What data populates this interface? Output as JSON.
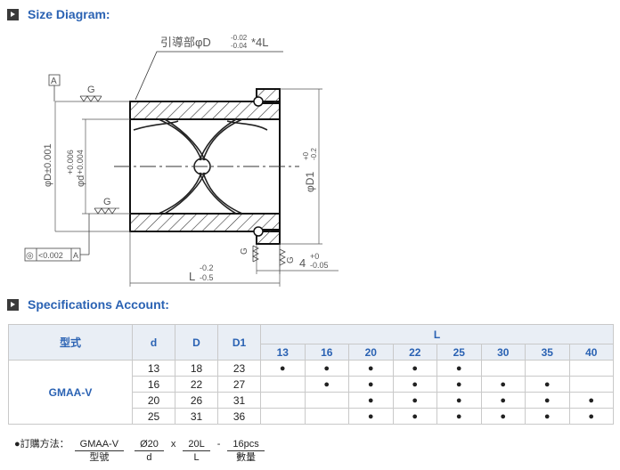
{
  "size_section": {
    "title": "Size Diagram:"
  },
  "diagram": {
    "chamfer_label": "引導部φD",
    "chamfer_tol_top": "-0.02",
    "chamfer_tol_bottom": "-0.04",
    "chamfer_suffix": "*4L",
    "datum": "A",
    "g_top": "G",
    "g_bottom": "G",
    "g_right": "G",
    "g_right2": "G",
    "dim_D": "φD±0.001",
    "dim_d_tol_top": "+0.006",
    "dim_d_tol_bottom": "+0.004",
    "dim_d": "φd",
    "dim_D1": "φD1",
    "dim_D1_tol_top": "+0",
    "dim_D1_tol_bottom": "-0.2",
    "dim_L": "L",
    "dim_L_tol_top": "-0.2",
    "dim_L_tol_bottom": "-0.5",
    "dim_4": "4",
    "dim_4_tol_top": "+0",
    "dim_4_tol_bottom": "-0.05",
    "concentricity_symbol": "◎",
    "concentricity_value": "<0.002",
    "concentricity_datum": "A"
  },
  "spec_section": {
    "title": "Specifications Account:"
  },
  "table": {
    "h_type": "型式",
    "h_d": "d",
    "h_D": "D",
    "h_D1": "D1",
    "h_L": "L",
    "L_values": [
      "13",
      "16",
      "20",
      "22",
      "25",
      "30",
      "35",
      "40"
    ],
    "model": "GMAA-V",
    "mark": "●",
    "rows": [
      {
        "d": "13",
        "D": "18",
        "D1": "23",
        "avail": [
          true,
          true,
          true,
          true,
          true,
          false,
          false,
          false
        ]
      },
      {
        "d": "16",
        "D": "22",
        "D1": "27",
        "avail": [
          false,
          true,
          true,
          true,
          true,
          true,
          true,
          false
        ]
      },
      {
        "d": "20",
        "D": "26",
        "D1": "31",
        "avail": [
          false,
          false,
          true,
          true,
          true,
          true,
          true,
          true
        ]
      },
      {
        "d": "25",
        "D": "31",
        "D1": "36",
        "avail": [
          false,
          false,
          true,
          true,
          true,
          true,
          true,
          true
        ]
      }
    ]
  },
  "order": {
    "label": "●訂購方法：",
    "model_value": "GMAA-V",
    "model_caption": "型號",
    "d_value": "Ø20",
    "d_caption": "d",
    "x_sep": "x",
    "L_value": "20L",
    "L_caption": "L",
    "dash_sep": "-",
    "qty_value": "16pcs",
    "qty_caption": "數量"
  },
  "colors": {
    "accent": "#2a62b3",
    "header_bg": "#e9eef5"
  }
}
